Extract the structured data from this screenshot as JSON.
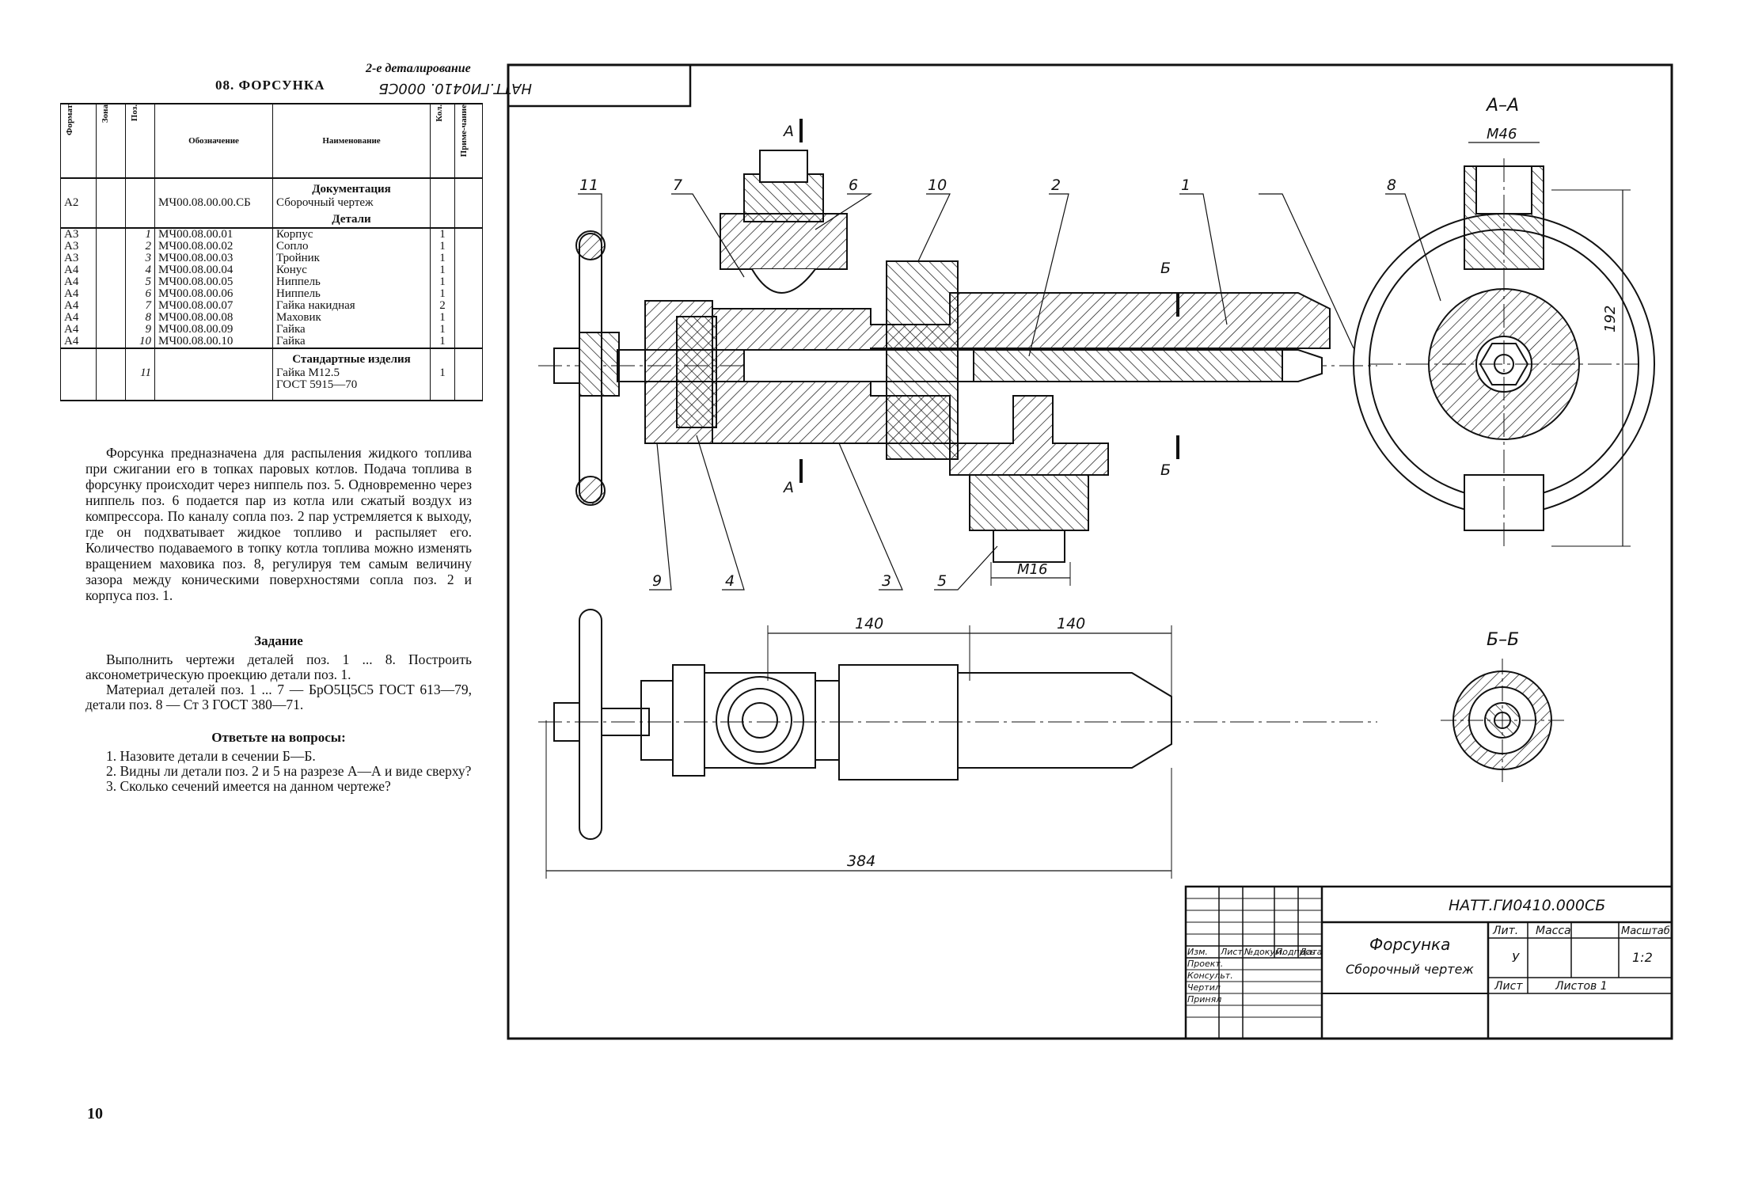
{
  "header": {
    "note": "2-е деталирование",
    "title": "08. ФОРСУНКА"
  },
  "spec_table": {
    "columns": [
      "Формат",
      "Зона",
      "Поз.",
      "Обозначение",
      "Наименование",
      "Кол.",
      "Приме-чание"
    ],
    "section_docs": "Документация",
    "doc_row": {
      "format": "A2",
      "zone": "",
      "pos": "",
      "designation": "МЧ00.08.00.00.СБ",
      "name": "Сборочный чертеж",
      "qty": ""
    },
    "section_parts": "Детали",
    "parts": [
      {
        "format": "A3",
        "pos": "1",
        "designation": "МЧ00.08.00.01",
        "name": "Корпус",
        "qty": "1"
      },
      {
        "format": "A3",
        "pos": "2",
        "designation": "МЧ00.08.00.02",
        "name": "Сопло",
        "qty": "1"
      },
      {
        "format": "A3",
        "pos": "3",
        "designation": "МЧ00.08.00.03",
        "name": "Тройник",
        "qty": "1"
      },
      {
        "format": "A4",
        "pos": "4",
        "designation": "МЧ00.08.00.04",
        "name": "Конус",
        "qty": "1"
      },
      {
        "format": "A4",
        "pos": "5",
        "designation": "МЧ00.08.00.05",
        "name": "Ниппель",
        "qty": "1"
      },
      {
        "format": "A4",
        "pos": "6",
        "designation": "МЧ00.08.00.06",
        "name": "Ниппель",
        "qty": "1"
      },
      {
        "format": "A4",
        "pos": "7",
        "designation": "МЧ00.08.00.07",
        "name": "Гайка накидная",
        "qty": "2"
      },
      {
        "format": "A4",
        "pos": "8",
        "designation": "МЧ00.08.00.08",
        "name": "Маховик",
        "qty": "1"
      },
      {
        "format": "A4",
        "pos": "9",
        "designation": "МЧ00.08.00.09",
        "name": "Гайка",
        "qty": "1"
      },
      {
        "format": "A4",
        "pos": "10",
        "designation": "МЧ00.08.00.10",
        "name": "Гайка",
        "qty": "1"
      }
    ],
    "section_std": "Стандартные изделия",
    "std": [
      {
        "pos": "11",
        "name1": "Гайка М12.5",
        "name2": "ГОСТ 5915—70",
        "qty": "1"
      }
    ]
  },
  "description": "Форсунка предназначена для распыления жидкого топлива при сжигании его в топках паровых котлов. Подача топлива в форсунку происходит через ниппель поз. 5. Одновременно через ниппель поз. 6 подается пар из котла или сжатый воздух из компрессора. По каналу сопла поз. 2 пар устремляется к выходу, где он подхватывает жидкое топливо и распыляет его. Количество подаваемого в топку котла топлива можно изменять вращением маховика поз. 8, регулируя тем самым величину зазора между коническими поверхностями сопла поз. 2 и корпуса поз. 1.",
  "task": {
    "heading": "Задание",
    "p1": "Выполнить чертежи деталей поз. 1 ... 8. Построить аксонометрическую проекцию детали поз. 1.",
    "p2": "Материал деталей поз. 1 ... 7 — БрО5Ц5С5 ГОСТ 613—79, детали поз. 8 — Ст 3 ГОСТ 380—71."
  },
  "questions": {
    "heading": "Ответьте на вопросы:",
    "items": [
      "1. Назовите детали в сечении Б—Б.",
      "2. Видны ли детали поз. 2 и 5 на разрезе А—А и виде сверху?",
      "3. Сколько сечений имеется на данном чертеже?"
    ]
  },
  "page_number": "10",
  "drawing": {
    "stamp_code_rotated": "НАТТ.ГИ0410. 000СБ",
    "section_AA": "А–А",
    "section_BB": "Б–Б",
    "cut_A": "А",
    "cut_B": "Б",
    "pos_labels": [
      "11",
      "7",
      "6",
      "10",
      "2",
      "1",
      "8",
      "9",
      "4",
      "3",
      "5"
    ],
    "dims": {
      "m46": "М46",
      "m16": "М16",
      "d192": "192",
      "d140a": "140",
      "d140b": "140",
      "d384": "384"
    }
  },
  "title_block": {
    "code": "НАТТ.ГИ0410.000СБ",
    "name": "Форсунка",
    "subtitle": "Сборочный чертеж",
    "lit": "Лит.",
    "mass": "Масса",
    "scale_h": "Масштаб",
    "lit_val": "У",
    "scale": "1:2",
    "sheet": "Лист",
    "sheets": "Листов 1",
    "cols": [
      "Изм.",
      "Лист",
      "№докум.",
      "Подпись",
      "Дата"
    ],
    "roles": [
      "Проект.",
      "Консульт.",
      "Чертил",
      "Принял"
    ]
  }
}
